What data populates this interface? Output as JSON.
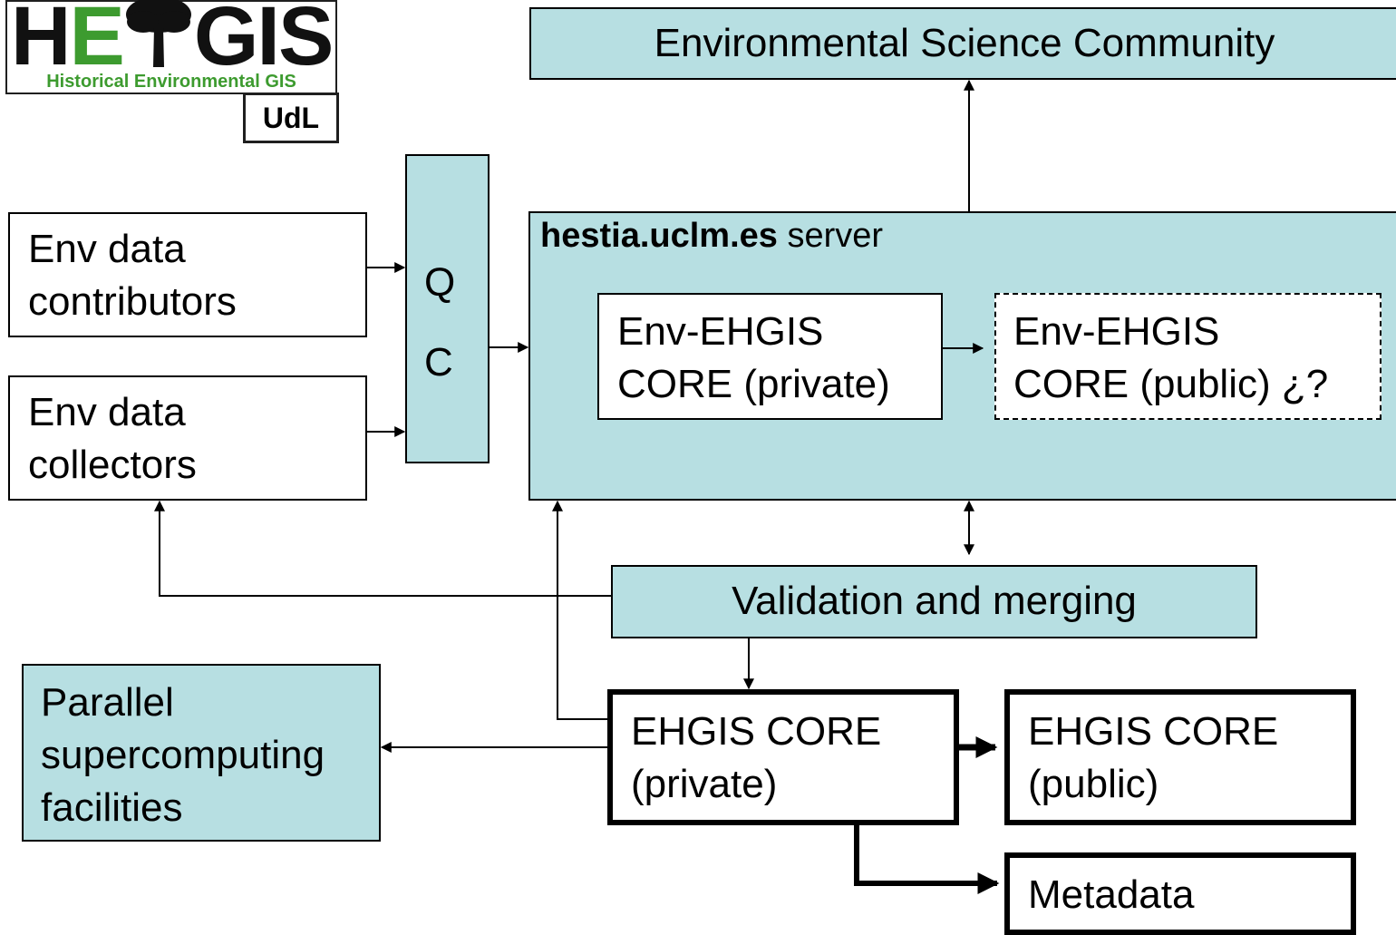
{
  "logo": {
    "letters_h": "H",
    "letters_e": "E",
    "letters_gis": "GIS",
    "tagline": "Historical Environmental GIS",
    "badge": "UdL"
  },
  "colors": {
    "teal": "#b7dfe2",
    "logo_green": "#3d9b2f",
    "line": "#000000"
  },
  "nodes": {
    "community": "Environmental Science Community",
    "contributors": [
      "Env data",
      "contributors"
    ],
    "collectors": [
      "Env data",
      "collectors"
    ],
    "qc": [
      "Q",
      "C"
    ],
    "server_bold": "hestia.uclm.es",
    "server_rest": " server",
    "core_private_env": [
      "Env-EHGIS",
      "CORE (private)"
    ],
    "core_public_env": [
      "Env-EHGIS",
      "CORE (public) ¿?"
    ],
    "validation": "Validation and merging",
    "parallel": [
      "Parallel",
      "supercomputing",
      "facilities"
    ],
    "ehgis_private": [
      "EHGIS CORE",
      "(private)"
    ],
    "ehgis_public": [
      "EHGIS CORE",
      "(public)"
    ],
    "metadata": "Metadata"
  },
  "edges": [
    {
      "from": "contributors",
      "to": "qc"
    },
    {
      "from": "collectors",
      "to": "qc"
    },
    {
      "from": "qc",
      "to": "server"
    },
    {
      "from": "server",
      "to": "community"
    },
    {
      "from": "core_private_env",
      "to": "core_public_env"
    },
    {
      "from": "server",
      "to": "validation",
      "bidirectional": true
    },
    {
      "from": "validation",
      "to": "collectors"
    },
    {
      "from": "validation",
      "to": "ehgis_private"
    },
    {
      "from": "ehgis_private",
      "to": "server"
    },
    {
      "from": "ehgis_private",
      "to": "parallel"
    },
    {
      "from": "ehgis_private",
      "to": "ehgis_public"
    },
    {
      "from": "ehgis_private",
      "to": "metadata"
    }
  ]
}
